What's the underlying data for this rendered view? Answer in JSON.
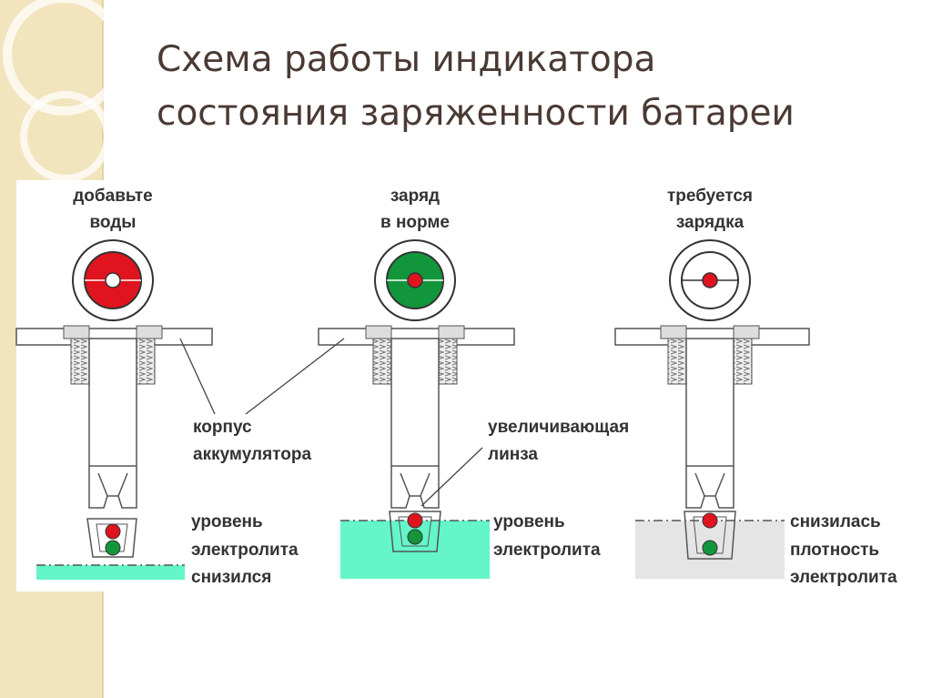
{
  "slide": {
    "title_line1": "Схема работы индикатора",
    "title_line2": "состояния заряженности батареи"
  },
  "colors": {
    "sidebar": "#f2e4bd",
    "title": "#4a3a33",
    "indicator_red": "#e0141e",
    "indicator_green": "#12963c",
    "electrolyte_normal": "#64f5c8",
    "electrolyte_low_density": "#e5e5e5",
    "label": "#333333"
  },
  "states": [
    {
      "id": "add-water",
      "top_label": [
        "добавьте",
        "воды"
      ],
      "indicator_ring_color": "red",
      "bottom_label": [
        "уровень",
        "электролита",
        "снизился"
      ]
    },
    {
      "id": "charge-normal",
      "top_label": [
        "заряд",
        "в норме"
      ],
      "indicator_ring_color": "green",
      "bottom_label": [
        "уровень",
        "электролита"
      ]
    },
    {
      "id": "needs-charge",
      "top_label": [
        "требуется",
        "зарядка"
      ],
      "indicator_ring_color": "white",
      "bottom_label": [
        "снизилась",
        "плотность",
        "электролита"
      ]
    }
  ],
  "callouts": {
    "case": [
      "корпус",
      "аккумулятора"
    ],
    "lens": [
      "увеличивающая",
      "линза"
    ]
  },
  "icons": [
    "hydrometer-indicator-icon",
    "thread-icon"
  ]
}
